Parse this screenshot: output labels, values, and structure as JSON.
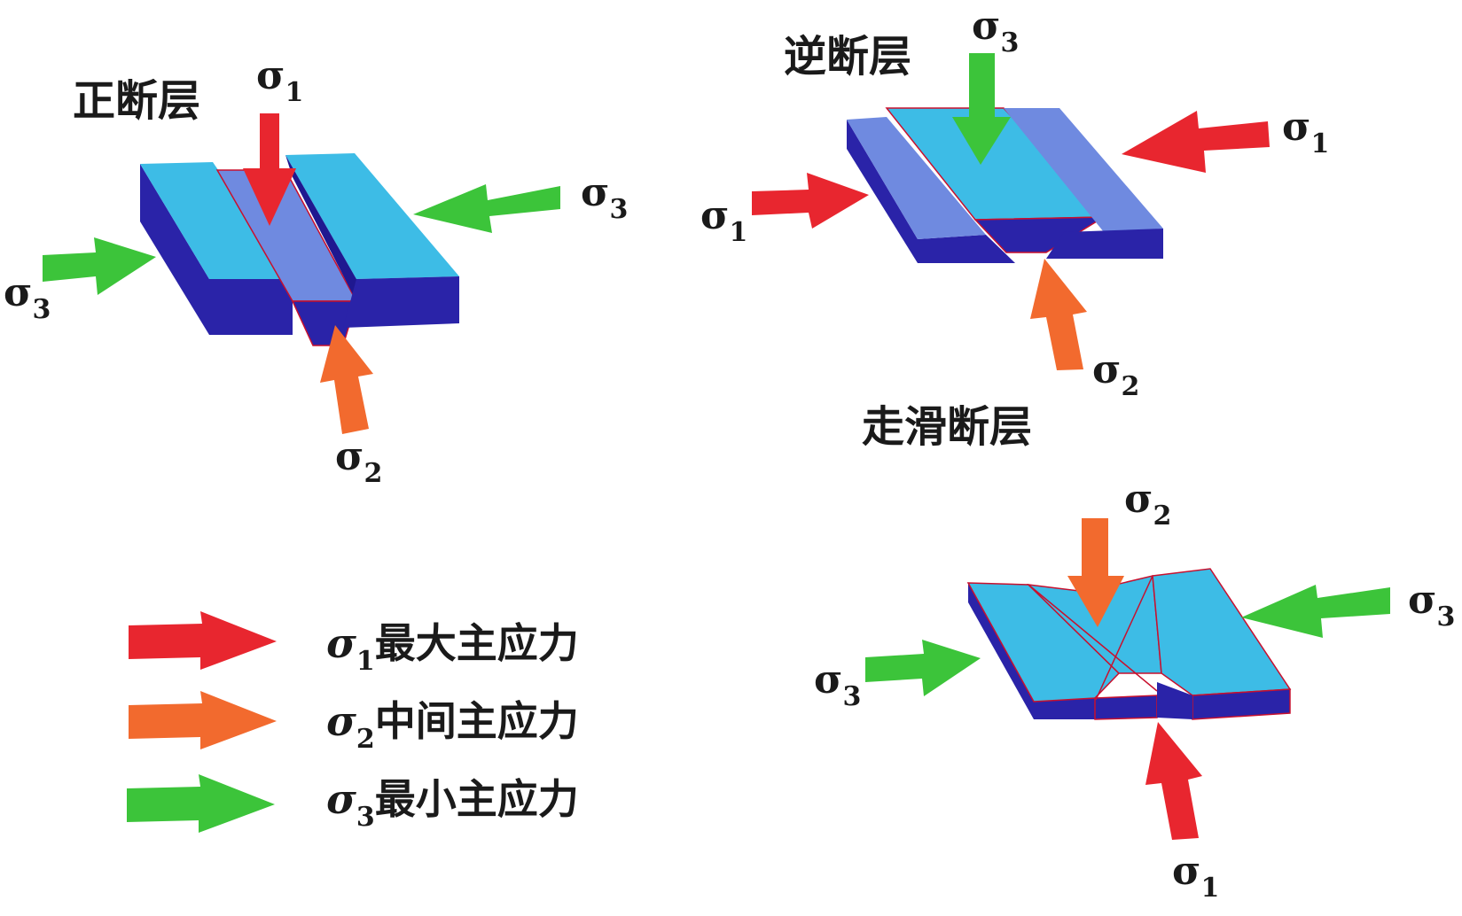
{
  "colors": {
    "top": "#3dbce6",
    "block_top_light": "#3dbce6",
    "wedge_top": "#6f8ae0",
    "side": "#2a23a8",
    "side_dark": "#1f1890",
    "sigma1": "#e8262f",
    "sigma2": "#f26a2e",
    "sigma3": "#3cc43a",
    "edge": "#c8102e"
  },
  "normal_fault": {
    "title": "正断层",
    "s1": {
      "sym": "σ",
      "sub": "1"
    },
    "s2": {
      "sym": "σ",
      "sub": "2"
    },
    "s3_right": {
      "sym": "σ",
      "sub": "3"
    },
    "s3_left": {
      "sym": "σ",
      "sub": "3"
    }
  },
  "reverse_fault": {
    "title": "逆断层",
    "s3": {
      "sym": "σ",
      "sub": "3"
    },
    "s1_right": {
      "sym": "σ",
      "sub": "1"
    },
    "s1_left": {
      "sym": "σ",
      "sub": "1"
    },
    "s2": {
      "sym": "σ",
      "sub": "2"
    }
  },
  "strike_slip_fault": {
    "title": "走滑断层",
    "s2": {
      "sym": "σ",
      "sub": "2"
    },
    "s3_right": {
      "sym": "σ",
      "sub": "3"
    },
    "s3_left": {
      "sym": "σ",
      "sub": "3"
    },
    "s1": {
      "sym": "σ",
      "sub": "1"
    }
  },
  "legend": [
    {
      "sym": "σ",
      "sub": "1",
      "text": "最大主应力",
      "color": "sigma1"
    },
    {
      "sym": "σ",
      "sub": "2",
      "text": "中间主应力",
      "color": "sigma2"
    },
    {
      "sym": "σ",
      "sub": "3",
      "text": "最小主应力",
      "color": "sigma3"
    }
  ]
}
